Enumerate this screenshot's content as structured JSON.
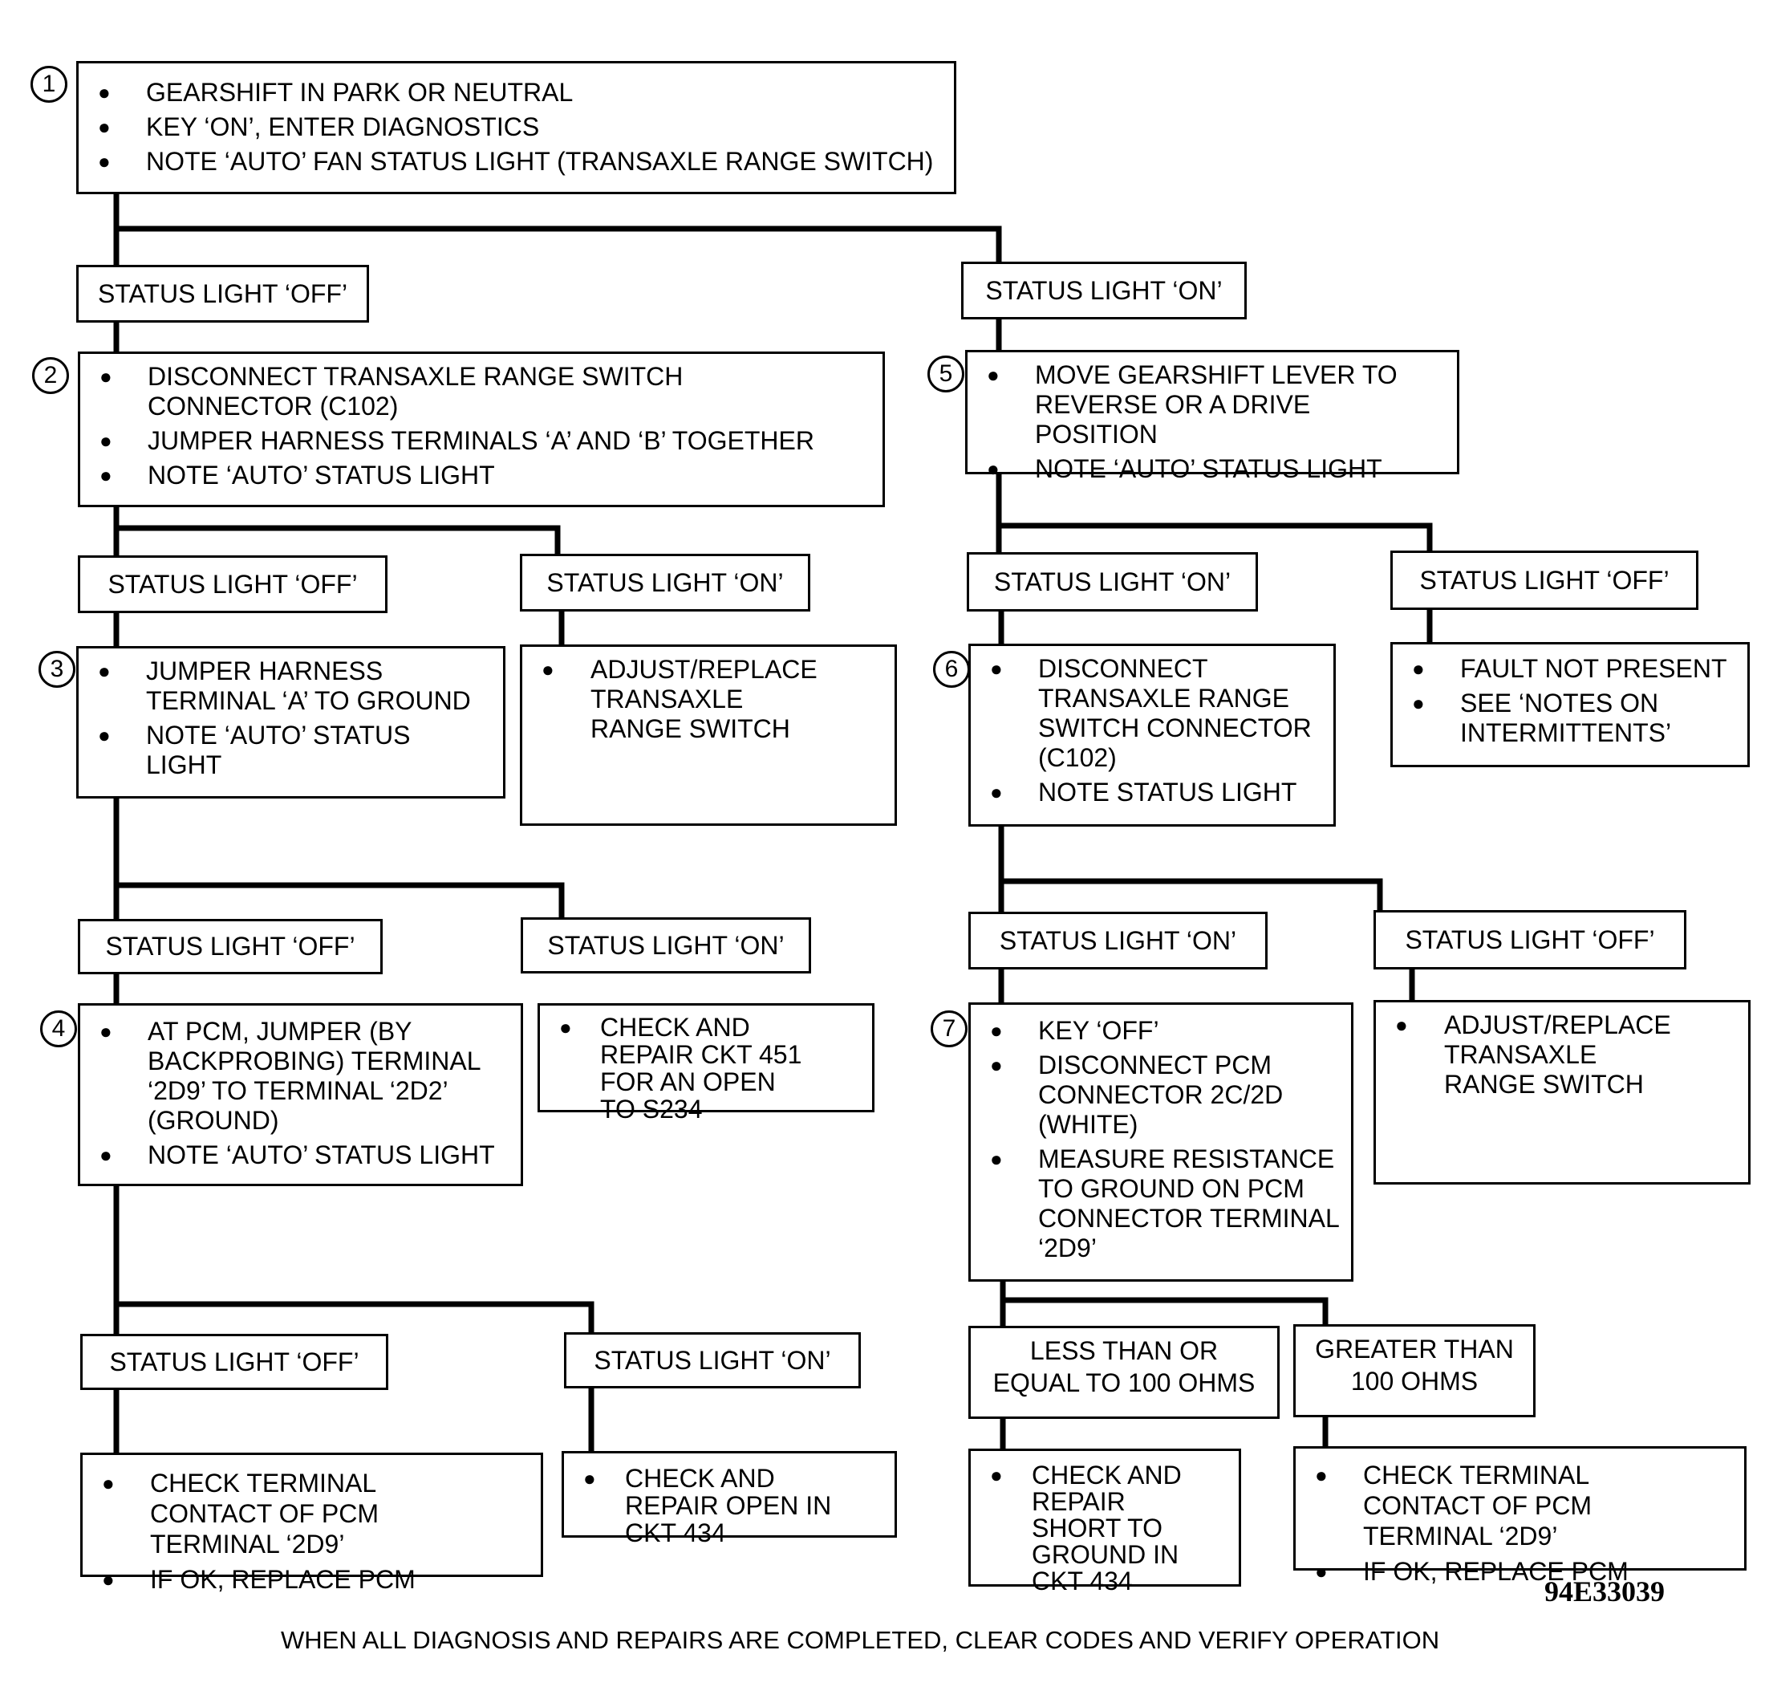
{
  "steps": {
    "s1": {
      "num": "1",
      "items": [
        "GEARSHIFT IN PARK OR NEUTRAL",
        "KEY ‘ON’, ENTER DIAGNOSTICS",
        "NOTE ‘AUTO’ FAN STATUS LIGHT (TRANSAXLE RANGE SWITCH)"
      ]
    },
    "s2": {
      "num": "2",
      "items": [
        "DISCONNECT TRANSAXLE RANGE SWITCH CONNECTOR (C102)",
        "JUMPER HARNESS TERMINALS ‘A’ AND ‘B’ TOGETHER",
        "NOTE ‘AUTO’ STATUS LIGHT"
      ]
    },
    "s3": {
      "num": "3",
      "items": [
        "JUMPER HARNESS TERMINAL ‘A’ TO GROUND",
        "NOTE ‘AUTO’ STATUS LIGHT"
      ]
    },
    "s4": {
      "num": "4",
      "items": [
        "AT PCM, JUMPER (BY BACKPROBING) TERMINAL ‘2D9’ TO TERMINAL ‘2D2’ (GROUND)",
        "NOTE ‘AUTO’ STATUS LIGHT"
      ]
    },
    "s5": {
      "num": "5",
      "items": [
        "MOVE GEARSHIFT LEVER TO REVERSE OR A DRIVE POSITION",
        "NOTE ‘AUTO’ STATUS LIGHT"
      ]
    },
    "s6": {
      "num": "6",
      "items": [
        "DISCONNECT TRANSAXLE RANGE SWITCH CONNECTOR (C102)",
        "NOTE STATUS LIGHT"
      ]
    },
    "s7": {
      "num": "7",
      "items": [
        "KEY ‘OFF’",
        "DISCONNECT PCM CONNECTOR 2C/2D (WHITE)",
        "MEASURE RESISTANCE TO GROUND ON PCM CONNECTOR TERMINAL ‘2D9’"
      ]
    }
  },
  "results": {
    "r2on": [
      "ADJUST/REPLACE TRANSAXLE RANGE SWITCH"
    ],
    "r3on": [
      "CHECK AND REPAIR CKT 451 FOR AN OPEN TO S234"
    ],
    "r4off": [
      "CHECK TERMINAL CONTACT OF PCM TERMINAL ‘2D9’",
      "IF OK, REPLACE PCM"
    ],
    "r4on": [
      "CHECK AND REPAIR OPEN IN CKT 434"
    ],
    "r5off": [
      "FAULT NOT PRESENT",
      "SEE ‘NOTES ON INTERMITTENTS’"
    ],
    "r6off": [
      "ADJUST/REPLACE TRANSAXLE RANGE SWITCH"
    ],
    "r7le": [
      "CHECK AND REPAIR SHORT TO GROUND IN CKT 434"
    ],
    "r7gt": [
      "CHECK TERMINAL CONTACT OF PCM TERMINAL ‘2D9’",
      "IF OK, REPLACE PCM"
    ]
  },
  "labels": {
    "off": "STATUS LIGHT ‘OFF’",
    "on": "STATUS LIGHT ‘ON’",
    "le_line1": "LESS THAN OR",
    "le_line2": "EQUAL TO 100 OHMS",
    "gt_line1": "GREATER THAN",
    "gt_line2": "100 OHMS"
  },
  "figure_code": "94E33039",
  "footer": "WHEN ALL DIAGNOSIS AND REPAIRS ARE COMPLETED, CLEAR CODES AND VERIFY OPERATION"
}
